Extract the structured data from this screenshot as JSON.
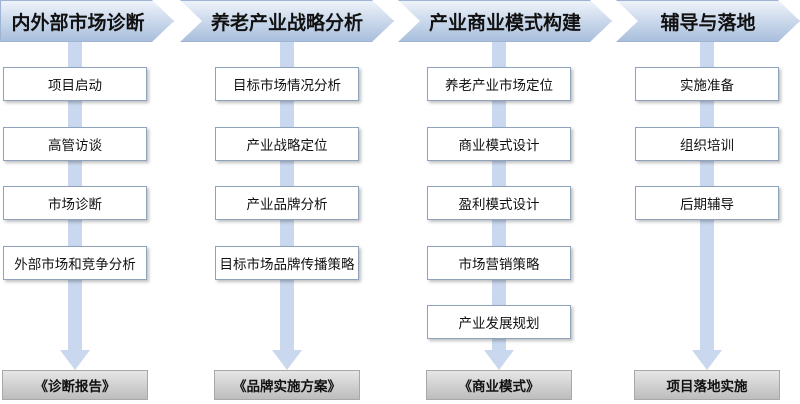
{
  "phases": [
    {
      "title": "内外部市场诊断",
      "steps": [
        "项目启动",
        "高管访谈",
        "市场诊断",
        "外部市场和竞争分析"
      ],
      "output": "《诊断报告》"
    },
    {
      "title": "养老产业战略分析",
      "steps": [
        "目标市场情况分析",
        "产业战略定位",
        "产业品牌分析",
        "目标市场品牌传播策略"
      ],
      "output": "《品牌实施方案》"
    },
    {
      "title": "产业商业模式构建",
      "steps": [
        "养老产业市场定位",
        "商业模式设计",
        "盈利模式设计",
        "市场营销策略",
        "产业发展规划"
      ],
      "output": "《商业模式》"
    },
    {
      "title": "辅导与落地",
      "steps": [
        "实施准备",
        "组织培训",
        "后期辅导"
      ],
      "output": "项目落地实施"
    }
  ],
  "colors": {
    "header_fill": "#c7d6ea",
    "connector": "#c9d8ee",
    "box_border": "#8fa3bd",
    "output_fill": "#cfcfcf"
  }
}
